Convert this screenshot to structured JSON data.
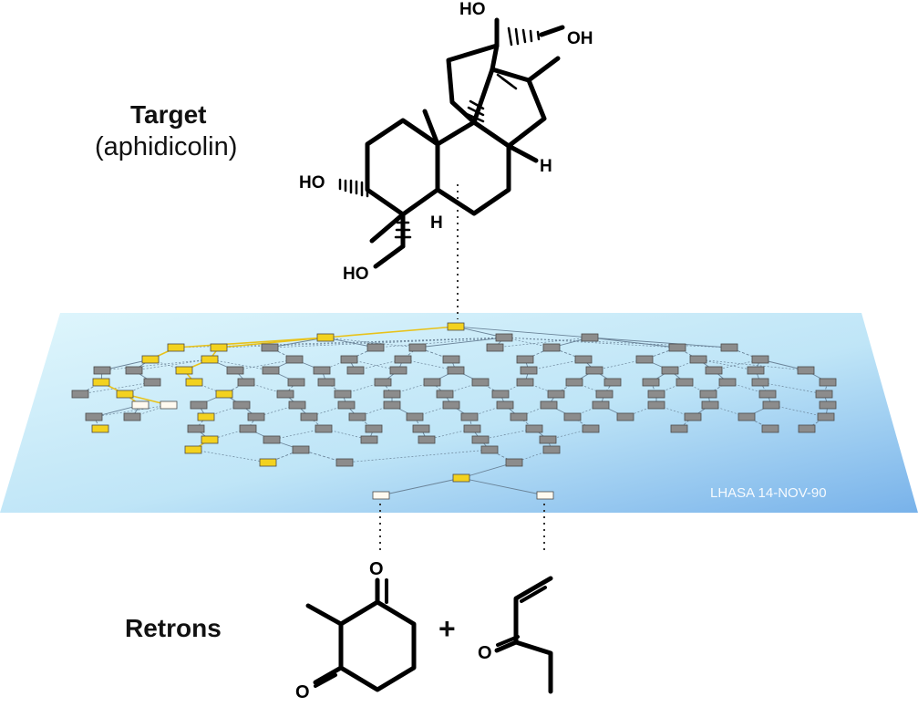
{
  "target": {
    "title": "Target",
    "subtitle": "(aphidicolin)"
  },
  "retrons": {
    "title": "Retrons",
    "plus": "+"
  },
  "plane": {
    "watermark": "LHASA 14-NOV-90"
  },
  "atom_labels": {
    "ho": "HO",
    "oh": "OH",
    "h": "H",
    "o": "O"
  },
  "colors": {
    "plane_light": "#d9f4fb",
    "plane_dark": "#7fb6ea",
    "node_default": "#8c8c8c",
    "node_highlight": "#f3d21f",
    "node_retron": "#fffaf0",
    "path_line": "#e8c21a",
    "edge_line": "#6b8499",
    "bond": "#000000"
  },
  "icons": [
    "molecule-structure",
    "tree-node"
  ]
}
